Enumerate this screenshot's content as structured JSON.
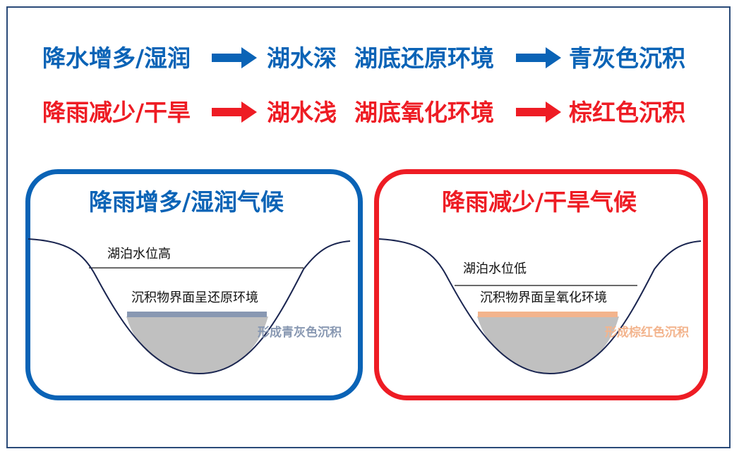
{
  "colors": {
    "wet_accent": "#0a63b6",
    "dry_accent": "#ee1c24",
    "frame": "#2a4a78",
    "bluegray_layer": "#8898b2",
    "orange_layer": "#f3b48d",
    "sediment_fill": "#c0c0c0",
    "gray_label": "#8898b2",
    "orange_label": "#f3b48d"
  },
  "flows": [
    {
      "cause": "降水增多/湿润",
      "lake": "湖水深",
      "environment": "湖底还原环境",
      "result": "青灰色沉积"
    },
    {
      "cause": "降雨减少/干旱",
      "lake": "湖水浅",
      "environment": "湖底氧化环境",
      "result": "棕红色沉积"
    }
  ],
  "panels": {
    "wet": {
      "title": "降雨增多/湿润气候",
      "water_label": "湖泊水位高",
      "interface_label": "沉积物界面呈还原环境",
      "sediment_label": "形成青灰色沉积"
    },
    "dry": {
      "title": "降雨减少/干旱气候",
      "water_label": "湖泊水位低",
      "interface_label": "沉积物界面呈氧化环境",
      "sediment_label": "形成棕红色沉积"
    }
  },
  "icons": [
    "arrow-right-icon"
  ]
}
